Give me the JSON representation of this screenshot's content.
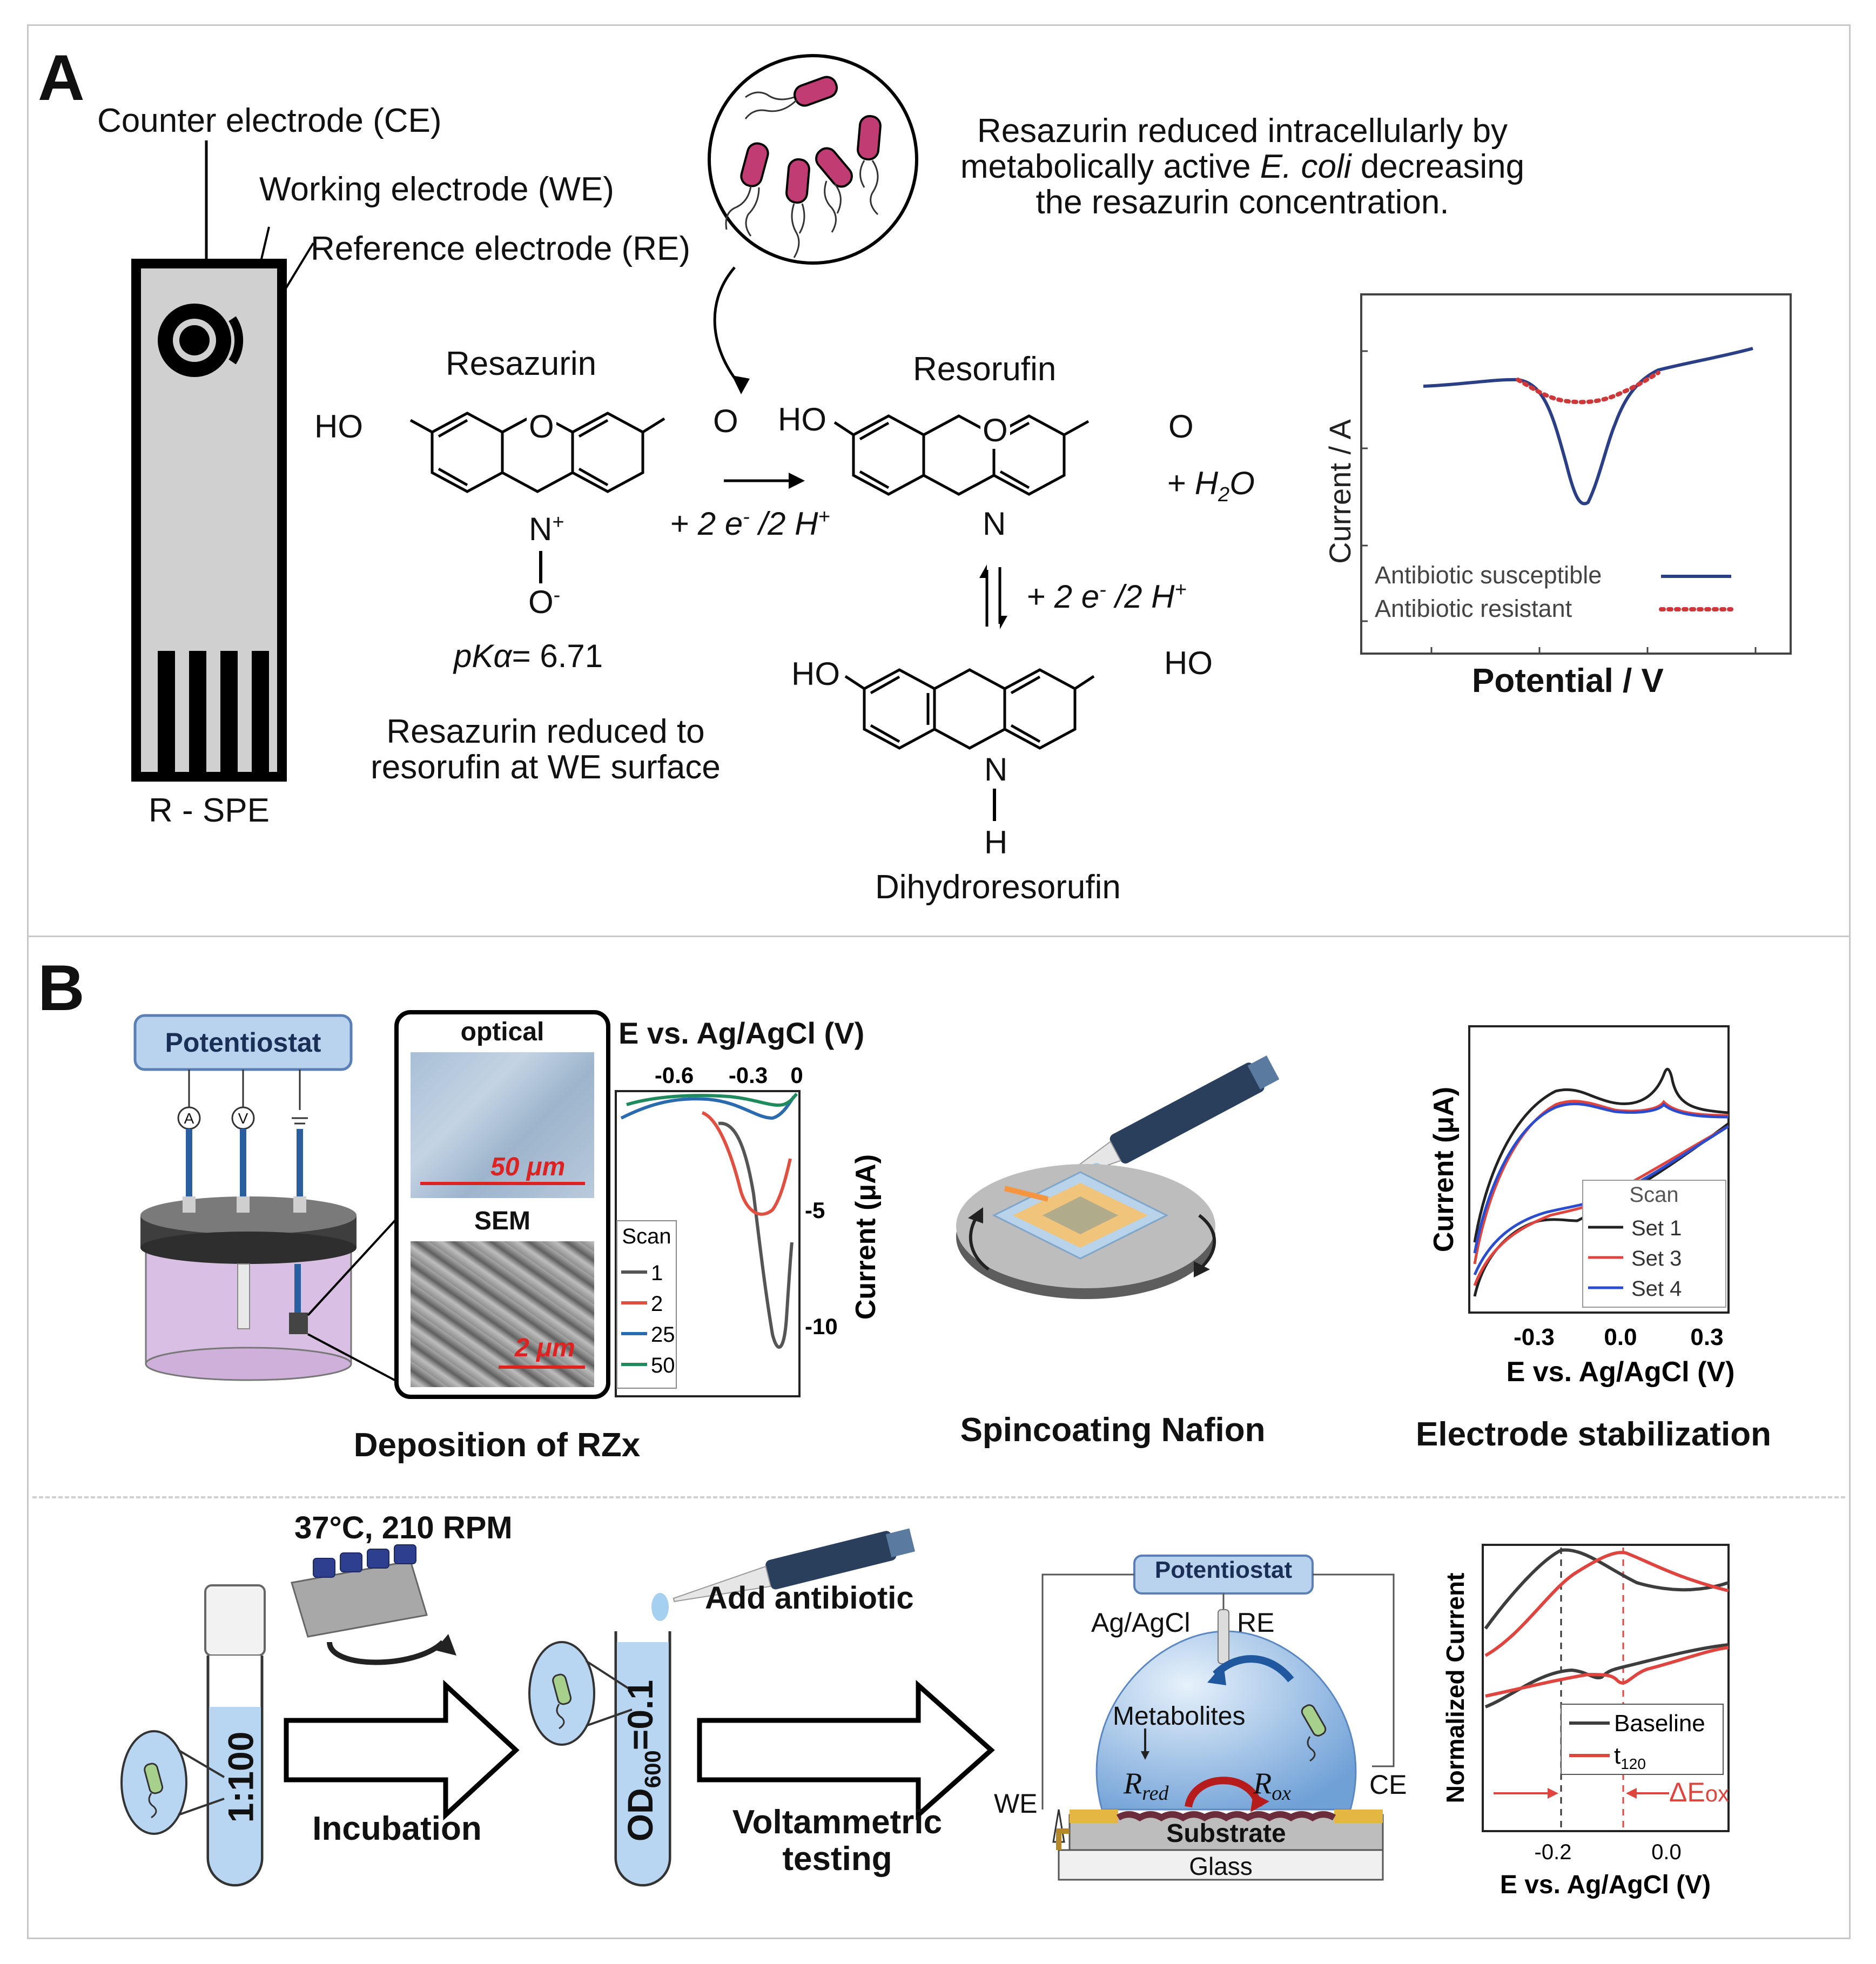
{
  "panel_a": {
    "letter": "A",
    "electrodes": {
      "ce": "Counter electrode (CE)",
      "we": "Working electrode (WE)",
      "re": "Reference electrode (RE)",
      "device": "R - SPE"
    },
    "bacteria_note_l1": "Resazurin reduced intracellularly by",
    "bacteria_note_l2a": "metabolically active ",
    "bacteria_note_l2b": "E. coli",
    "bacteria_note_l2c": " decreasing",
    "bacteria_note_l3": "the resazurin concentration.",
    "resazurin": {
      "name": "Resazurin",
      "ho": "HO",
      "o_ring": "O",
      "o_keto": "O",
      "n_plus": "N",
      "n_plus_sup": "+",
      "o_minus": "O",
      "o_minus_sup": "-",
      "pka_label": "pKα",
      "pka_value": "= 6.71",
      "note_l1": "Resazurin reduced to",
      "note_l2": "resorufin at WE surface"
    },
    "reaction1": {
      "prefix": "+ 2 e",
      "sup1": "-",
      "mid": " /2 H",
      "sup2": "+"
    },
    "resorufin": {
      "name": "Resorufin",
      "ho": "HO",
      "o_ring": "O",
      "o_keto": "O",
      "n": "N"
    },
    "water": {
      "prefix": "+ H",
      "sub": "2",
      "suffix": "O"
    },
    "reaction2": {
      "prefix": "+ 2 e",
      "sup1": "-",
      "mid": " /2 H",
      "sup2": "+"
    },
    "dihydroresorufin": {
      "name": "Dihydroresorufin",
      "ho_left": "HO",
      "ho_right": "HO",
      "n": "N",
      "h": "H"
    },
    "chart": {
      "xlabel": "Potential / V",
      "ylabel": "Current / A",
      "legend": [
        "Antibiotic susceptible",
        "Antibiotic resistant"
      ],
      "colors": {
        "susceptible": "#2b3f86",
        "resistant": "#d0373a"
      }
    }
  },
  "panel_b": {
    "letter": "B",
    "potentiostat": "Potentiostat",
    "meters": [
      "A",
      "V"
    ],
    "optical_label": "optical",
    "optical_scale": "50 μm",
    "sem_label": "SEM",
    "sem_scale": "2 μm",
    "deposition": {
      "title": "E vs. Ag/AgCl (V)",
      "xticks": [
        "-0.6",
        "-0.3",
        "0"
      ],
      "yticks": [
        "-5",
        "-10"
      ],
      "ylabel": "Current (μA)",
      "legend_title": "Scan",
      "legend": [
        "1",
        "2",
        "25",
        "50"
      ]
    },
    "deposition_caption": "Deposition of RZx",
    "spincoat_caption": "Spincoating Nafion",
    "stabilization": {
      "ylabel": "Current (μA)",
      "xlabel": "E vs. Ag/AgCl (V)",
      "xticks": [
        "-0.3",
        "0.0",
        "0.3"
      ],
      "legend_title": "Scan",
      "legend": [
        "Set 1",
        "Set 3",
        "Set 4"
      ]
    },
    "stabilization_caption": "Electrode stabilization",
    "incubation_conditions": "37°C, 210 RPM",
    "dilution": "1:100",
    "incubation": "Incubation",
    "od_main": "OD",
    "od_sub": "600",
    "od_value": "=0.1",
    "add_antibiotic": "Add antibiotic",
    "voltammetric_l1": "Voltammetric",
    "voltammetric_l2": "testing",
    "cell": {
      "potentiostat": "Potentiostat",
      "ref": "Ag/AgCl",
      "re": "RE",
      "metabolites": "Metabolites",
      "rred": "R",
      "rred_sub": "red",
      "rox": "R",
      "rox_sub": "ox",
      "we": "WE",
      "ce": "CE",
      "substrate": "Substrate",
      "glass": "Glass"
    },
    "final": {
      "ylabel": "Normalized Current",
      "xlabel": "E vs. Ag/AgCl (V)",
      "xticks": [
        "-0.2",
        "0.0"
      ],
      "legend": [
        "Baseline",
        "t"
      ],
      "legend_t_sub": "120",
      "delta": "ΔE",
      "delta_sub": "ox",
      "colors": {
        "baseline": "#3d3d3d",
        "t120": "#e0443f"
      }
    }
  }
}
